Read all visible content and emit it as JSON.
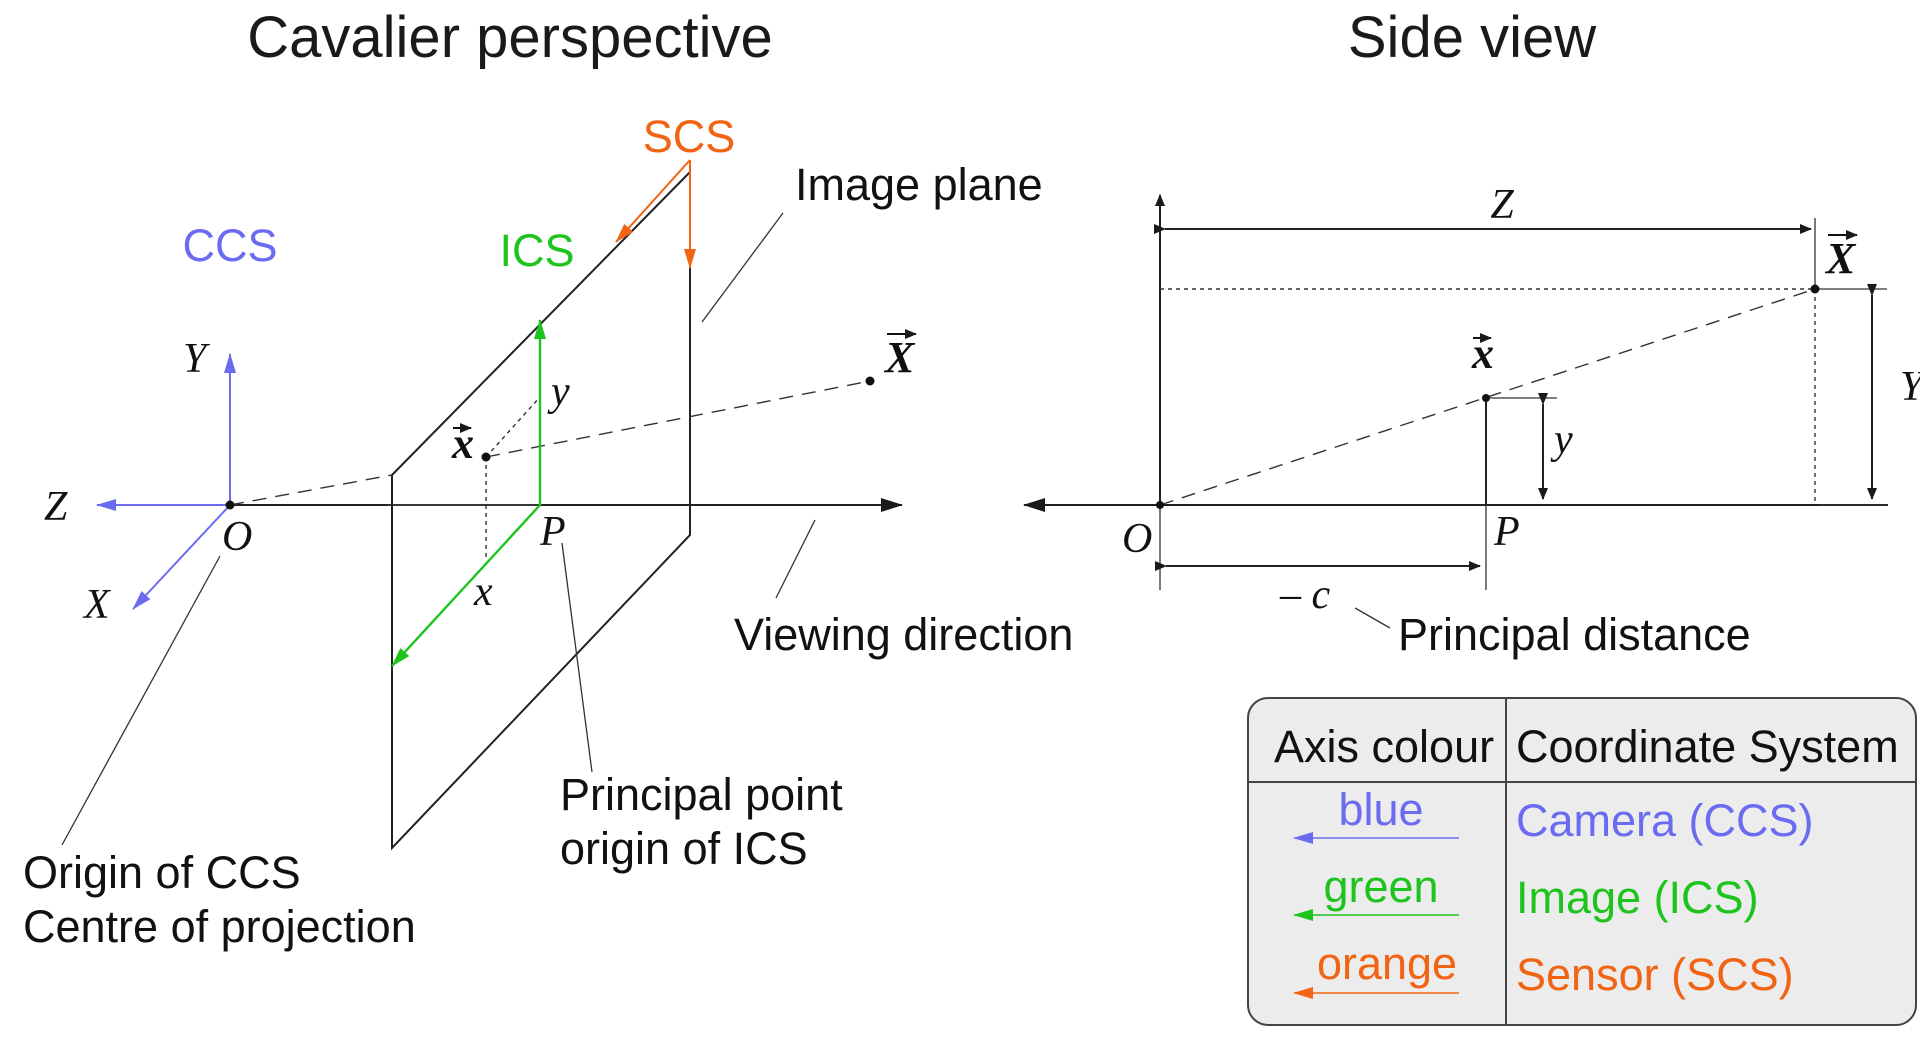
{
  "titles": {
    "left": "Cavalier perspective",
    "right": "Side view"
  },
  "colors": {
    "blue": "#6b6bf2",
    "green": "#1ec41e",
    "orange": "#f06414",
    "black": "#1a1a1a"
  },
  "systems": {
    "ccs": "CCS",
    "ics": "ICS",
    "scs": "SCS"
  },
  "symbols": {
    "X_vec": "X",
    "x_vec": "x",
    "Y": "Y",
    "Z": "Z",
    "X": "X",
    "O": "O",
    "P": "P",
    "x": "x",
    "y": "y",
    "minus_c": "– c"
  },
  "labels": {
    "image_plane": "Image plane",
    "viewing_direction": "Viewing direction",
    "principal_point_1": "Principal point",
    "principal_point_2": "origin of ICS",
    "origin_1": "Origin of CCS",
    "origin_2": "Centre of projection",
    "principal_distance": "Principal distance"
  },
  "legend": {
    "header_colour": "Axis colour",
    "header_system": "Coordinate System",
    "rows": [
      {
        "colour": "blue",
        "system": "Camera (CCS)"
      },
      {
        "colour": "green",
        "system": "Image (ICS)"
      },
      {
        "colour": "orange",
        "system": "Sensor (SCS)"
      }
    ]
  }
}
